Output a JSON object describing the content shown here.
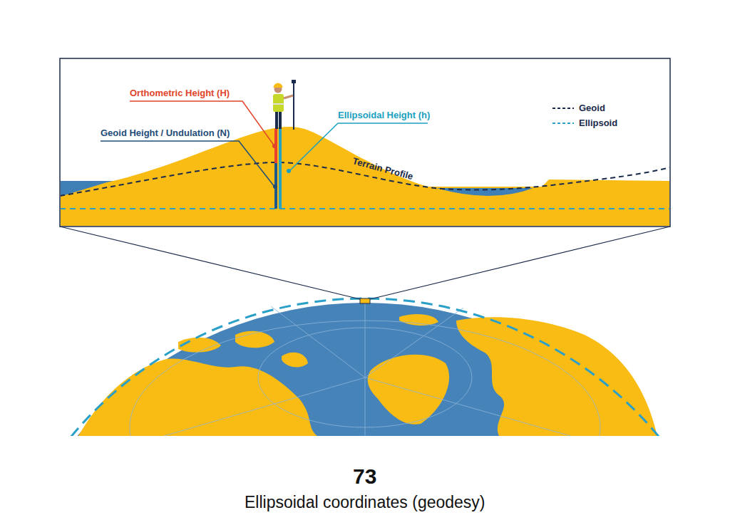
{
  "diagram": {
    "caption": "Ellipsoidal coordinates (geodesy)",
    "labels": [
      "Orthometric Height (H)",
      "Geoid Height / Undulation (N)",
      "Ellipsoidal Height (h)",
      "Terrain Profile",
      "73"
    ],
    "legend": [
      {
        "text": "Geoid"
      },
      {
        "text": "Ellipsoid"
      }
    ]
  }
}
